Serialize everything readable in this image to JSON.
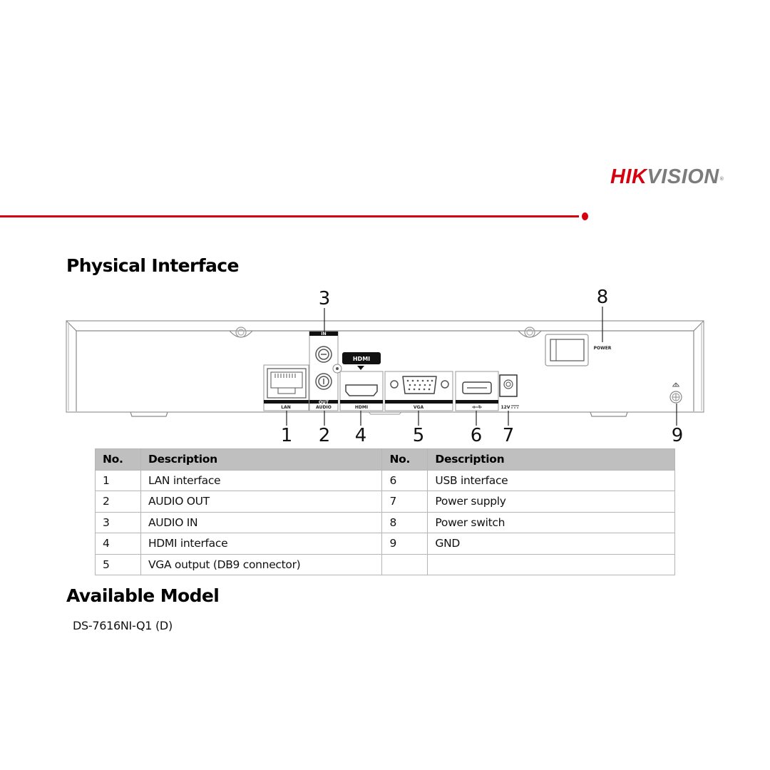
{
  "brand": {
    "logo_part1": "HIK",
    "logo_part2": "VISION",
    "registered_mark": "®",
    "primary_color": "#d7000f",
    "secondary_color": "#7c7c7c"
  },
  "sections": {
    "physical_interface_title": "Physical Interface",
    "available_model_title": "Available Model"
  },
  "diagram": {
    "port_labels": {
      "lan": "LAN",
      "audio_in": "IN",
      "audio_out": "OUT",
      "audio": "AUDIO",
      "hdmi": "HDMI",
      "hdmi_badge": "HDMI",
      "vga": "VGA",
      "power_supply": "12V",
      "power": "POWER"
    },
    "callouts": [
      "1",
      "2",
      "3",
      "4",
      "5",
      "6",
      "7",
      "8",
      "9"
    ]
  },
  "table": {
    "headers": [
      "No.",
      "Description",
      "No.",
      "Description"
    ],
    "rows": [
      {
        "no1": "1",
        "desc1": "LAN interface",
        "no2": "6",
        "desc2": "USB interface"
      },
      {
        "no1": "2",
        "desc1": "AUDIO OUT",
        "no2": "7",
        "desc2": "Power supply"
      },
      {
        "no1": "3",
        "desc1": "AUDIO IN",
        "no2": "8",
        "desc2": "Power switch"
      },
      {
        "no1": "4",
        "desc1": "HDMI interface",
        "no2": "9",
        "desc2": "GND"
      },
      {
        "no1": "5",
        "desc1": "VGA output (DB9 connector)",
        "no2": "",
        "desc2": ""
      }
    ]
  },
  "models": [
    "DS-7616NI-Q1 (D)"
  ]
}
